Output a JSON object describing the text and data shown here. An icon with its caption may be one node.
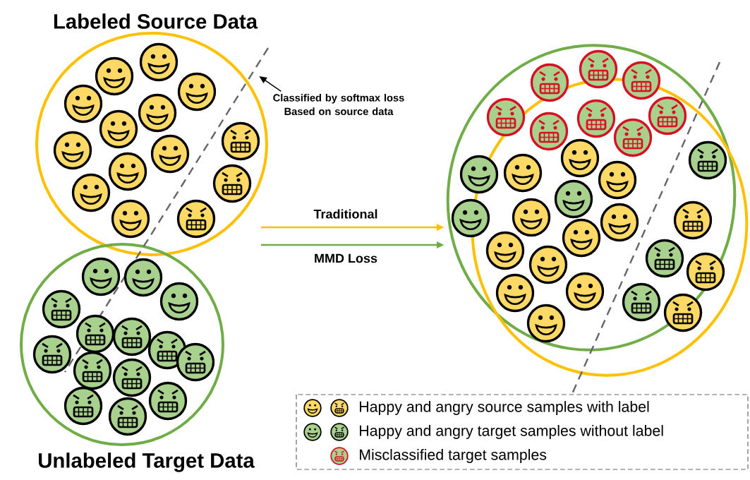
{
  "diagram": {
    "nodes": [
      {
        "text": [
          "Labeled Source Data"
        ]
      },
      {
        "text": [
          "Unlabeled Target Data"
        ]
      },
      {
        "text": [],
        "shape": "ellipse"
      },
      {
        "text": [],
        "shape": "ellipse"
      },
      {
        "text": [
          "Classified by softmax loss Based on source data"
        ]
      }
    ],
    "edges": [
      {
        "from": null,
        "to": 2,
        "arrow": "to",
        "label": "Traditional",
        "color": "#ffc000"
      },
      {
        "from": null,
        "to": 2,
        "arrow": "to",
        "label": "MMD Loss",
        "color": "#70ad47"
      },
      {
        "from": 4,
        "to": null,
        "arrow": "to",
        "color": "#000000"
      }
    ],
    "legend": [
      {
        "text": "Happy and angry source samples with label"
      },
      {
        "text": "Happy and angry target samples without label"
      },
      {
        "text": "Misclassified target samples"
      }
    ]
  }
}
